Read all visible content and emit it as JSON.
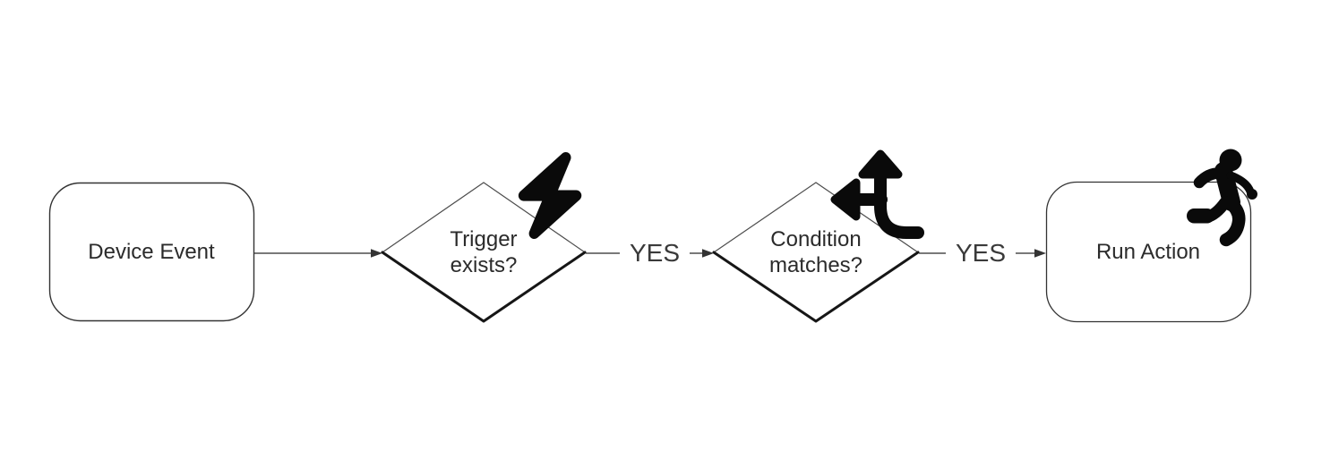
{
  "diagram": {
    "type": "flowchart",
    "background_color": "#ffffff",
    "node_fill": "#ffffff",
    "node_border_color": "#333333",
    "diamond_shadow_edge_color": "#161616",
    "connector_color": "#4d4d4d",
    "arrowhead_color": "#333333",
    "text_color": "#2b2b2b",
    "icon_color": "#0a0a0a",
    "nodes": [
      {
        "id": "device-event",
        "shape": "rounded-rectangle",
        "label": "Device Event",
        "icon": null
      },
      {
        "id": "trigger-exists",
        "shape": "decision-diamond",
        "label": "Trigger exists?",
        "lines": [
          "Trigger",
          "exists?"
        ],
        "icon": "lightning-bolt-icon"
      },
      {
        "id": "condition-matches",
        "shape": "decision-diamond",
        "label": "Condition matches?",
        "lines": [
          "Condition",
          "matches?"
        ],
        "icon": "split-arrows-icon"
      },
      {
        "id": "run-action",
        "shape": "rounded-rectangle",
        "label": "Run Action",
        "icon": "running-person-icon"
      }
    ],
    "edges": [
      {
        "from": "device-event",
        "to": "trigger-exists",
        "label": ""
      },
      {
        "from": "trigger-exists",
        "to": "condition-matches",
        "label": "YES"
      },
      {
        "from": "condition-matches",
        "to": "run-action",
        "label": "YES"
      }
    ]
  }
}
